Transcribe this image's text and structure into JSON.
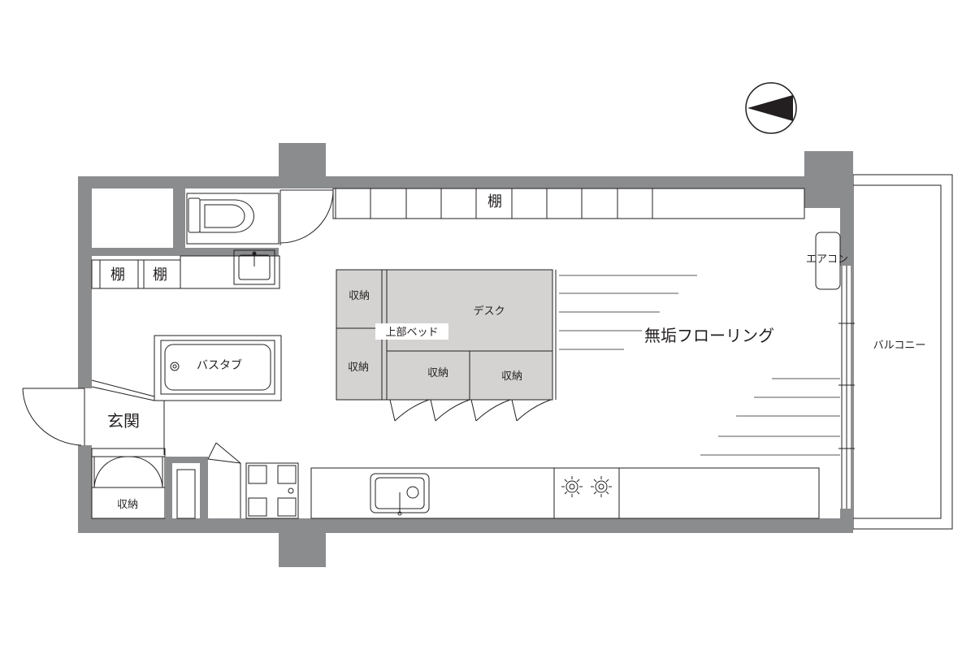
{
  "labels": {
    "shelf_top": "棚",
    "shelf_left_1": "棚",
    "shelf_left_2": "棚",
    "storage_1": "収納",
    "storage_2": "収納",
    "storage_3": "収納",
    "storage_4": "収納",
    "storage_entry": "収納",
    "desk": "デスク",
    "loft_bed": "上部ベッド",
    "bathtub": "バスタブ",
    "entrance": "玄関",
    "flooring": "無垢フローリング",
    "aircon": "エアコン",
    "balcony": "バルコニー"
  },
  "colors": {
    "wall": "#8a8c8e",
    "line": "#231f20",
    "furniture_fill": "#d4d3d2",
    "background": "#ffffff"
  },
  "icons": [
    "compass-icon",
    "toilet-icon",
    "sink-icon",
    "bathtub-icon",
    "stove-burner-icon",
    "kitchen-sink-icon",
    "washing-machine-icon",
    "door-swing-icon"
  ]
}
